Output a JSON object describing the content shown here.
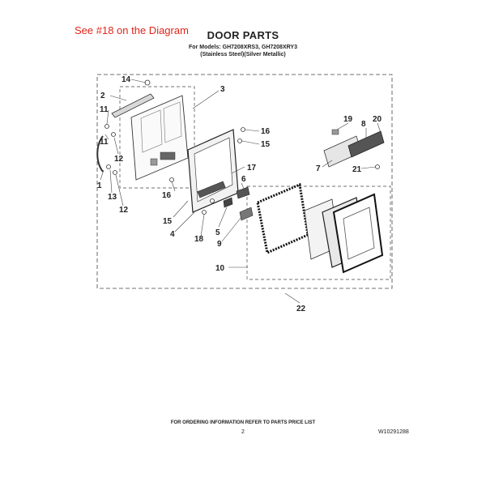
{
  "header": {
    "note": "See #18 on the Diagram",
    "title": "DOOR PARTS",
    "models": "For Models: GH7208XRS3, GH7208XRY3",
    "finish": "(Stainless Steel)(Silver Metallic)"
  },
  "callouts": [
    "14",
    "2",
    "3",
    "11",
    "11",
    "12",
    "1",
    "13",
    "12",
    "16",
    "15",
    "16",
    "17",
    "6",
    "15",
    "4",
    "18",
    "5",
    "9",
    "19",
    "8",
    "20",
    "7",
    "21",
    "10",
    "22"
  ],
  "footer": {
    "order_info": "FOR ORDERING INFORMATION REFER TO PARTS PRICE LIST",
    "page": "2",
    "doc_number": "W10291288"
  },
  "colors": {
    "note": "#e0261c",
    "line": "#444444"
  }
}
